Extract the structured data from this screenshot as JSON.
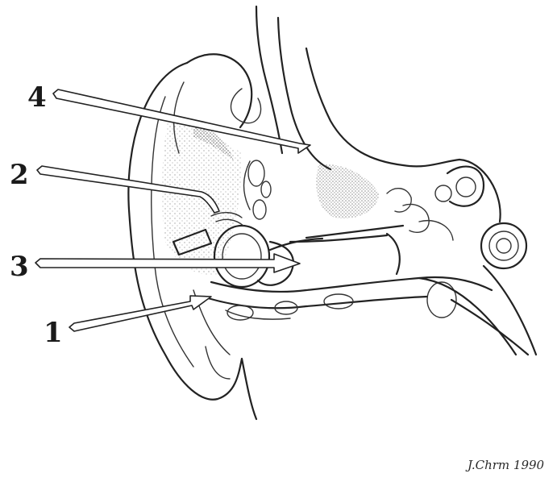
{
  "callouts": [
    {
      "label": "1",
      "target": "ear-canal-wall"
    },
    {
      "label": "2",
      "target": "ossicles"
    },
    {
      "label": "3",
      "target": "eardrum"
    },
    {
      "label": "4",
      "target": "skull-bone"
    }
  ],
  "signature": "J.Chrm 1990",
  "colors": {
    "ink": "#222222",
    "paper": "#ffffff",
    "stipple": "#555555"
  }
}
